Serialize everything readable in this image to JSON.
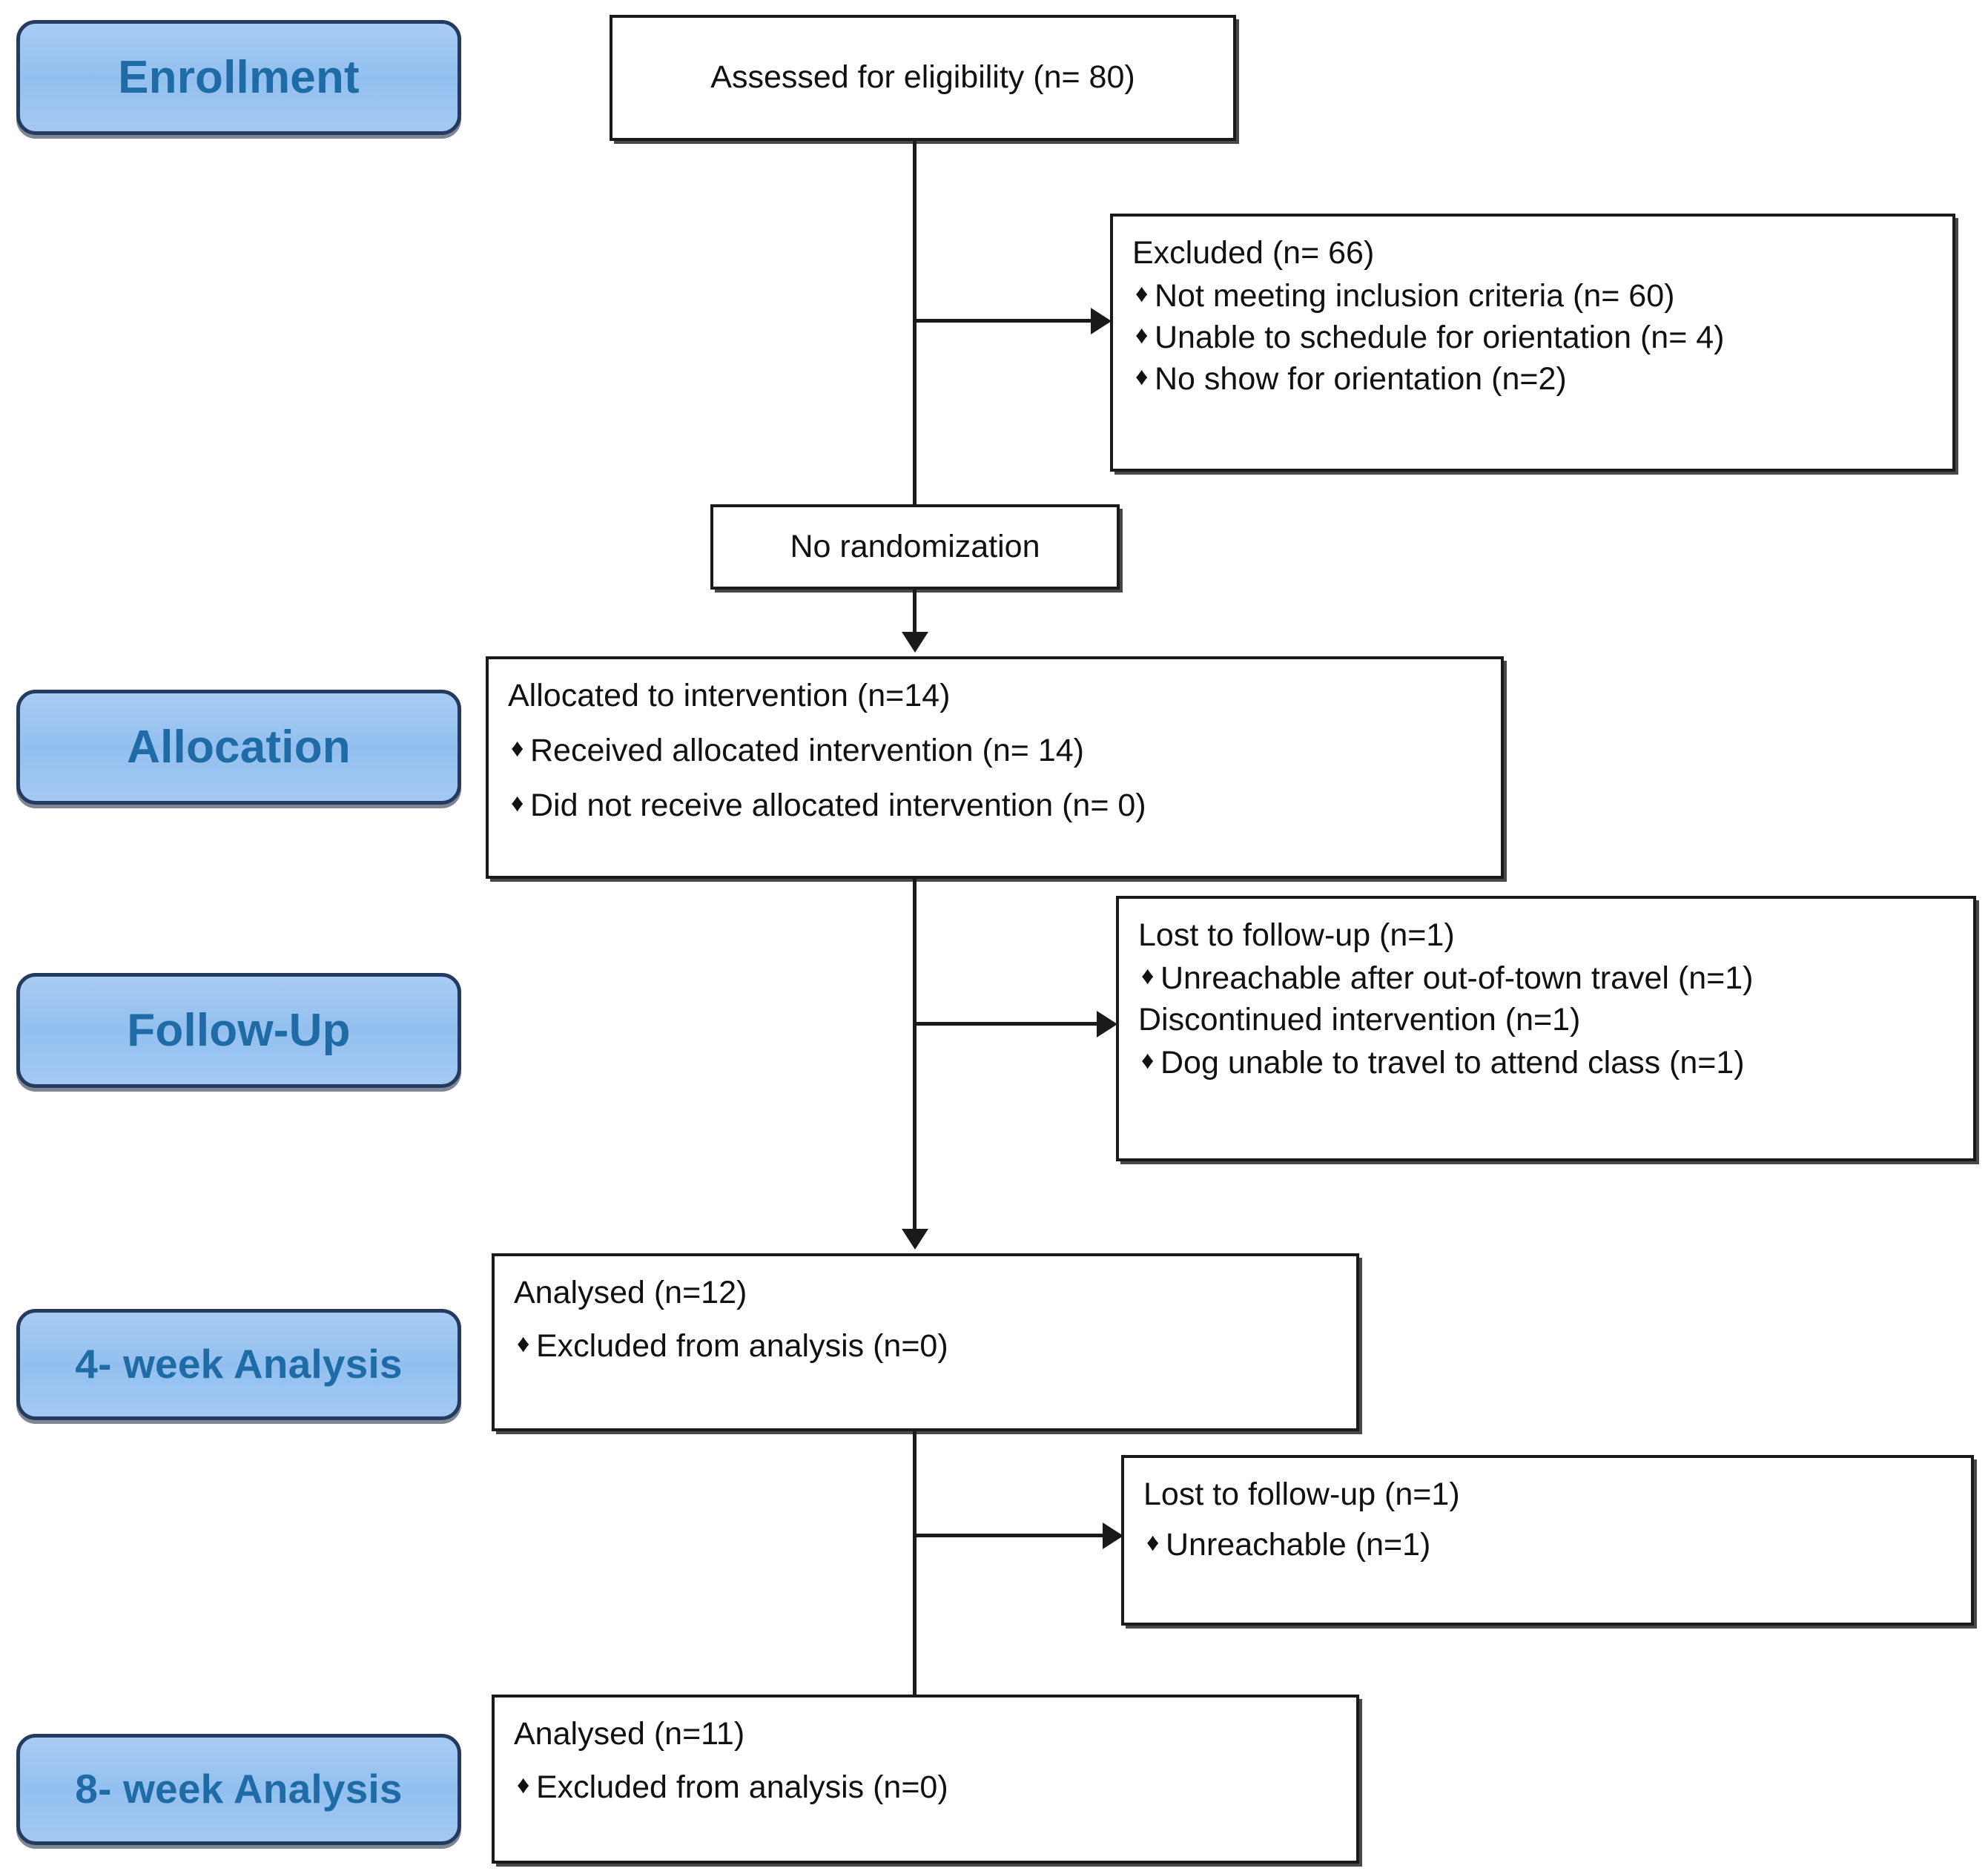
{
  "diagram": {
    "title": "CONSORT participant flow diagram",
    "accent_blue_fill": "#9ec4f1",
    "accent_blue_border": "#243a5e",
    "accent_blue_text": "#1f6ba6",
    "box_border": "#1a1a1a",
    "bullet_glyph": "♦"
  },
  "stages": [
    {
      "id": "enrollment",
      "label": "Enrollment"
    },
    {
      "id": "allocation",
      "label": "Allocation"
    },
    {
      "id": "follow-up",
      "label": "Follow-Up"
    },
    {
      "id": "analysis-4week",
      "label": "4- week Analysis"
    },
    {
      "id": "analysis-8week",
      "label": "8- week Analysis"
    }
  ],
  "boxes": {
    "assessed": {
      "head": "Assessed for eligibility (n= 80)"
    },
    "excluded": {
      "head": "Excluded (n= 66)",
      "bullets": [
        "Not meeting inclusion criteria (n=  60)",
        "Unable to schedule for orientation (n= 4)",
        "No show for orientation (n=2)"
      ]
    },
    "no_randomization": {
      "head": "No randomization"
    },
    "allocated": {
      "head": "Allocated to intervention (n=14)",
      "bullets": [
        "Received allocated intervention (n= 14)",
        "Did not receive allocated intervention (n= 0)"
      ]
    },
    "followup_loss_1": {
      "head1": "Lost to follow-up (n=1)",
      "bullet1": "Unreachable after out-of-town travel (n=1)",
      "head2": "Discontinued intervention (n=1)",
      "bullet2": "Dog unable to travel to attend class (n=1)"
    },
    "analysed_4week": {
      "head": "Analysed (n=12)",
      "bullets": [
        "Excluded from analysis (n=0)"
      ]
    },
    "followup_loss_2": {
      "head": "Lost to follow-up (n=1)",
      "bullets": [
        "Unreachable (n=1)"
      ]
    },
    "analysed_8week": {
      "head": "Analysed (n=11)",
      "bullets": [
        "Excluded from analysis (n=0)"
      ]
    }
  }
}
